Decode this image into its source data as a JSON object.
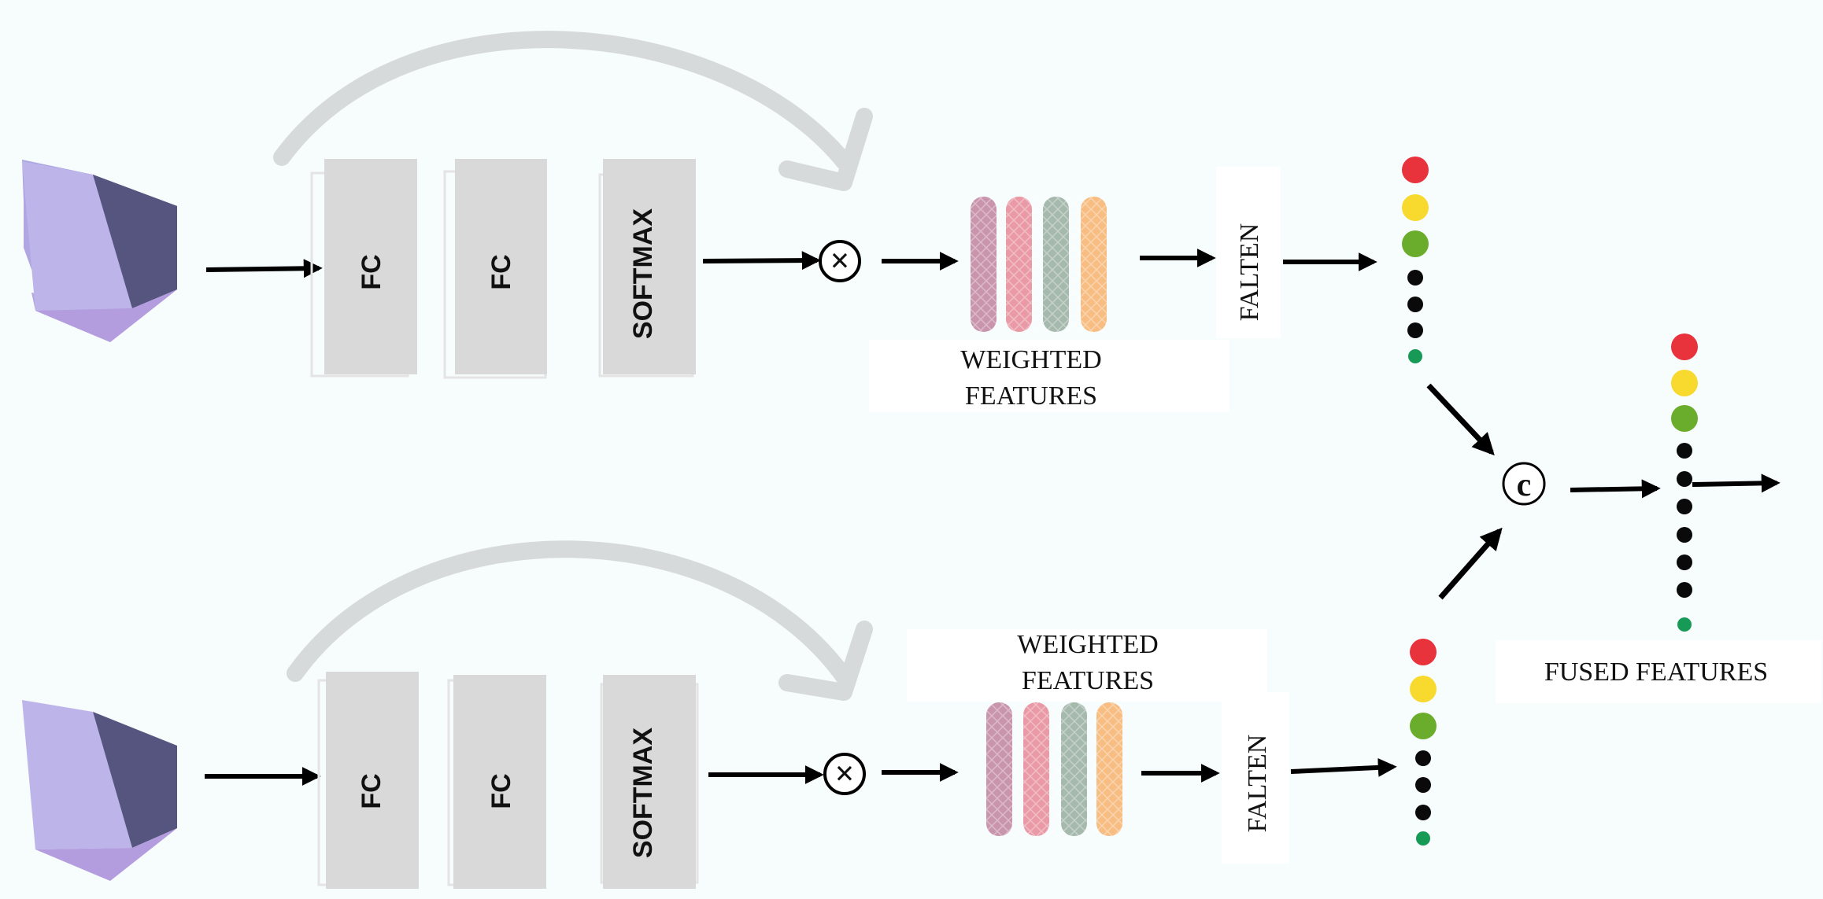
{
  "branches": [
    {
      "layers": [
        "FC",
        "FC",
        "SOFTMAX"
      ],
      "multiply_symbol": "×",
      "weighted_label": [
        "WEIGHTED",
        "FEATURES"
      ],
      "flatten_label": "FALTEN"
    },
    {
      "layers": [
        "FC",
        "FC",
        "SOFTMAX"
      ],
      "multiply_symbol": "×",
      "weighted_label": [
        "WEIGHTED",
        "FEATURES"
      ],
      "flatten_label": "FALTEN"
    }
  ],
  "concat_symbol": "c",
  "fused_label": "FUSED FEATURES",
  "colors": {
    "cube_top": "#a8a6e0",
    "cube_left": "#b7a9e3",
    "cube_right": "#55547e",
    "layer_fill": "#d9d9d9",
    "arc": "#d6dadb",
    "feature_bars": [
      "#c995ad",
      "#e99aa6",
      "#a6b9ad",
      "#f7bd82"
    ],
    "dot_red": "#e8323c",
    "dot_yellow": "#f8d92d",
    "dot_green": "#6aac2b",
    "dot_black": "#0a0a0a",
    "dot_teal": "#169a56"
  }
}
